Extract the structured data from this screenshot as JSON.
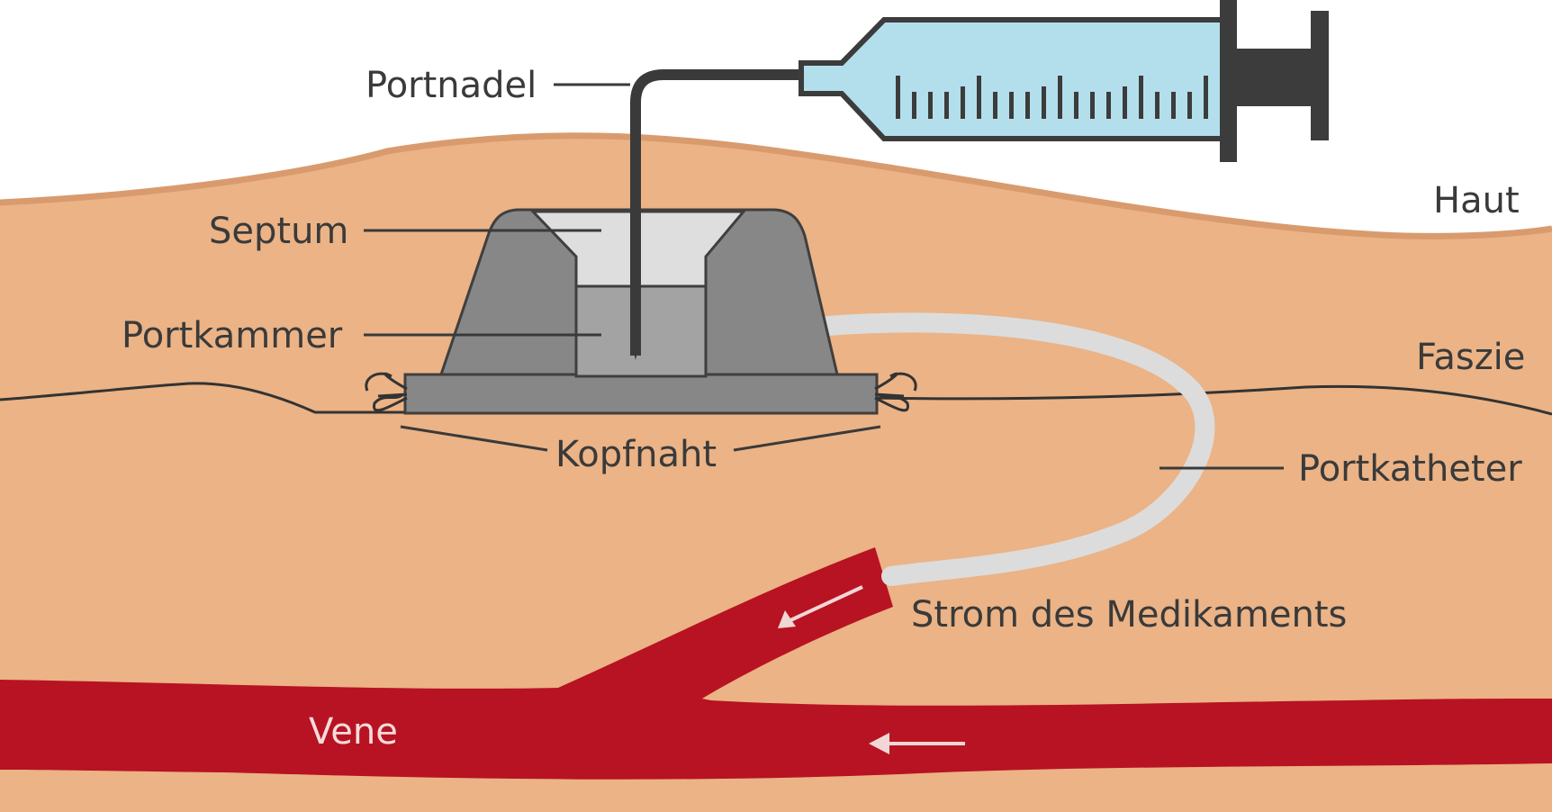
{
  "labels": {
    "portnadel": "Portnadel",
    "haut": "Haut",
    "septum": "Septum",
    "portkammer": "Portkammer",
    "faszie": "Faszie",
    "kopfnaht": "Kopfnaht",
    "portkatheter": "Portkatheter",
    "strom": "Strom des Medikaments",
    "vene": "Vene"
  },
  "colors": {
    "skin": "#ebb386",
    "skin_edge": "#d99b6e",
    "port_body": "#878787",
    "port_outline": "#3f3f3f",
    "septum": "#dedede",
    "chamber": "#a3a3a3",
    "needle": "#3a3a3a",
    "syringe_fluid": "#b3dfec",
    "syringe_dark": "#3c3c3c",
    "catheter": "#dcdcdc",
    "vein": "#b81322",
    "arrow": "#f1d6d6"
  }
}
